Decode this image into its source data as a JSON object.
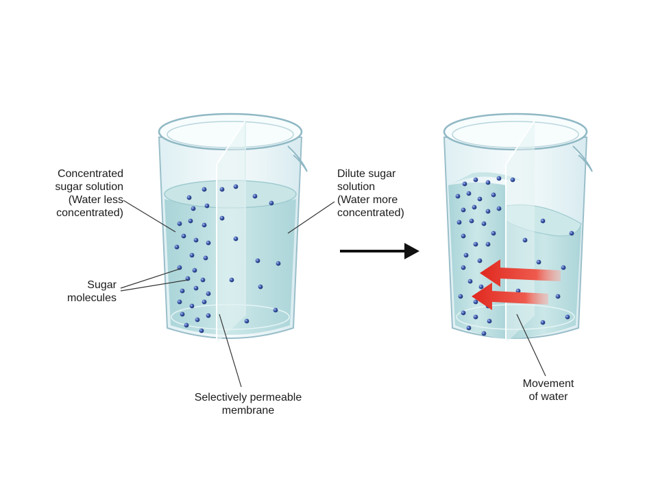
{
  "colors": {
    "glass_stroke": "#8fb8c4",
    "glass_fill": "#eef7f9",
    "solution": "#bfe0e2",
    "solution_dark": "#a9d3d6",
    "molecule": "#2f4a9a",
    "molecule_highlight": "#9fb3e6",
    "arrow_red": "#e2352b",
    "arrow_black": "#111111",
    "leader_line": "#333333"
  },
  "labels": {
    "concentrated": [
      "Concentrated",
      "sugar solution",
      "(Water less",
      "concentrated)"
    ],
    "dilute": [
      "Dilute sugar",
      "solution",
      "(Water more",
      "concentrated)"
    ],
    "molecules": [
      "Sugar",
      "molecules"
    ],
    "membrane": [
      "Selectively permeable",
      "membrane"
    ],
    "movement": [
      "Movement",
      "of water"
    ]
  },
  "icons": {
    "process_arrow": "right-arrow-icon",
    "water_flow": "red-arrow-icon"
  }
}
